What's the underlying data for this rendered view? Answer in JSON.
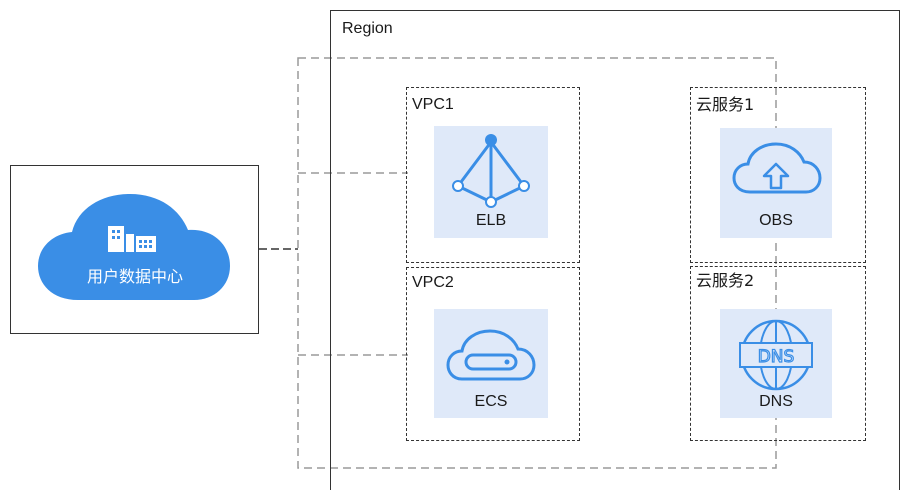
{
  "region": {
    "label": "Region"
  },
  "datacenter": {
    "label": "用户数据中心"
  },
  "vpcs": [
    {
      "label": "VPC1",
      "service": "ELB",
      "icon": "elb-icon"
    },
    {
      "label": "VPC2",
      "service": "ECS",
      "icon": "ecs-icon"
    }
  ],
  "cloud_services": [
    {
      "label": "云服务1",
      "service": "OBS",
      "icon": "obs-icon"
    },
    {
      "label": "云服务2",
      "service": "DNS",
      "icon": "dns-icon"
    }
  ],
  "colors": {
    "accent": "#3a8ee6",
    "tile": "#dfe9f9",
    "line": "#999999"
  }
}
